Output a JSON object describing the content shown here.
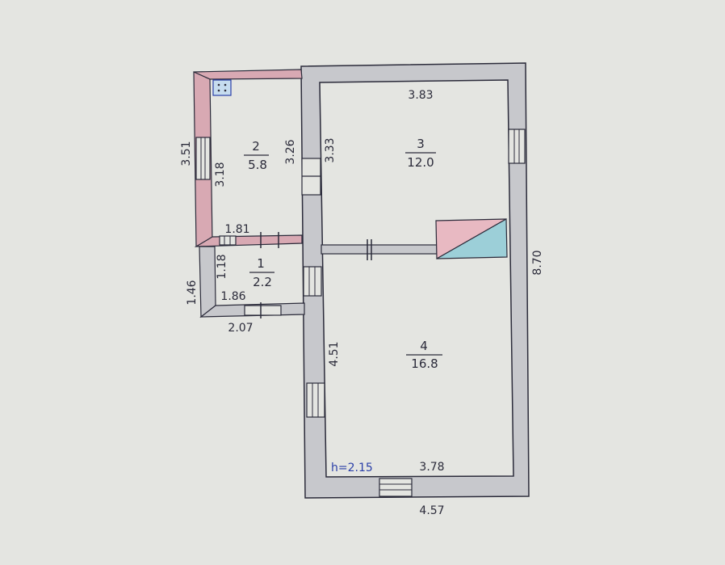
{
  "plan": {
    "colors": {
      "paper": "#e4e5e1",
      "wall": "#c7c8cc",
      "partition_pink": "#d8a9b3",
      "ink": "#2b2b3a",
      "stove_pink": "#e8b9c2",
      "stove_blue": "#9ccfd8",
      "height_blue": "#2a3fa8"
    },
    "rooms": [
      {
        "number": "1",
        "area": "2.2"
      },
      {
        "number": "2",
        "area": "5.8"
      },
      {
        "number": "3",
        "area": "12.0"
      },
      {
        "number": "4",
        "area": "16.8"
      }
    ],
    "dimensions": {
      "d_3_51": "3.51",
      "d_3_18": "3.18",
      "d_3_26": "3.26",
      "d_3_33": "3.33",
      "d_3_83": "3.83",
      "d_1_81": "1.81",
      "d_1_18": "1.18",
      "d_1_46": "1.46",
      "d_1_86": "1.86",
      "d_2_07": "2.07",
      "d_4_51": "4.51",
      "d_8_70": "8.70",
      "d_3_78": "3.78",
      "d_4_57": "4.57"
    },
    "ceiling_height": "h=2.15"
  }
}
